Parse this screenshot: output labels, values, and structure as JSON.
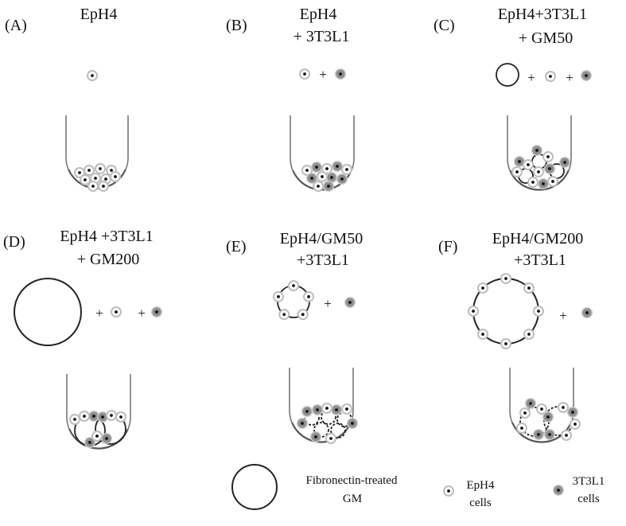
{
  "panels": [
    {
      "letter": "(A)",
      "title": [
        "EpH4"
      ]
    },
    {
      "letter": "(B)",
      "title": [
        "EpH4",
        "+ 3T3L1"
      ]
    },
    {
      "letter": "(C)",
      "title": [
        "EpH4+3T3L1",
        "+ GM50"
      ]
    },
    {
      "letter": "(D)",
      "title": [
        "EpH4 +3T3L1",
        "+ GM200"
      ]
    },
    {
      "letter": "(E)",
      "title": [
        "EpH4/GM50",
        "+3T3L1"
      ]
    },
    {
      "letter": "(F)",
      "title": [
        "EpH4/GM200",
        "+3T3L1"
      ]
    }
  ],
  "plus_sign": "+",
  "legend": {
    "gm": [
      "Fibronectin-treated",
      "GM"
    ],
    "eph4": [
      "EpH4",
      "cells"
    ],
    "t3l1": [
      "3T3L1",
      "cells"
    ]
  },
  "colors": {
    "eph4_fill": "#ffffff",
    "eph4_ring": "#bdbdbd",
    "t3l1_fill": "#8f8f8f",
    "nucleus": "#111111",
    "line": "#222222"
  }
}
